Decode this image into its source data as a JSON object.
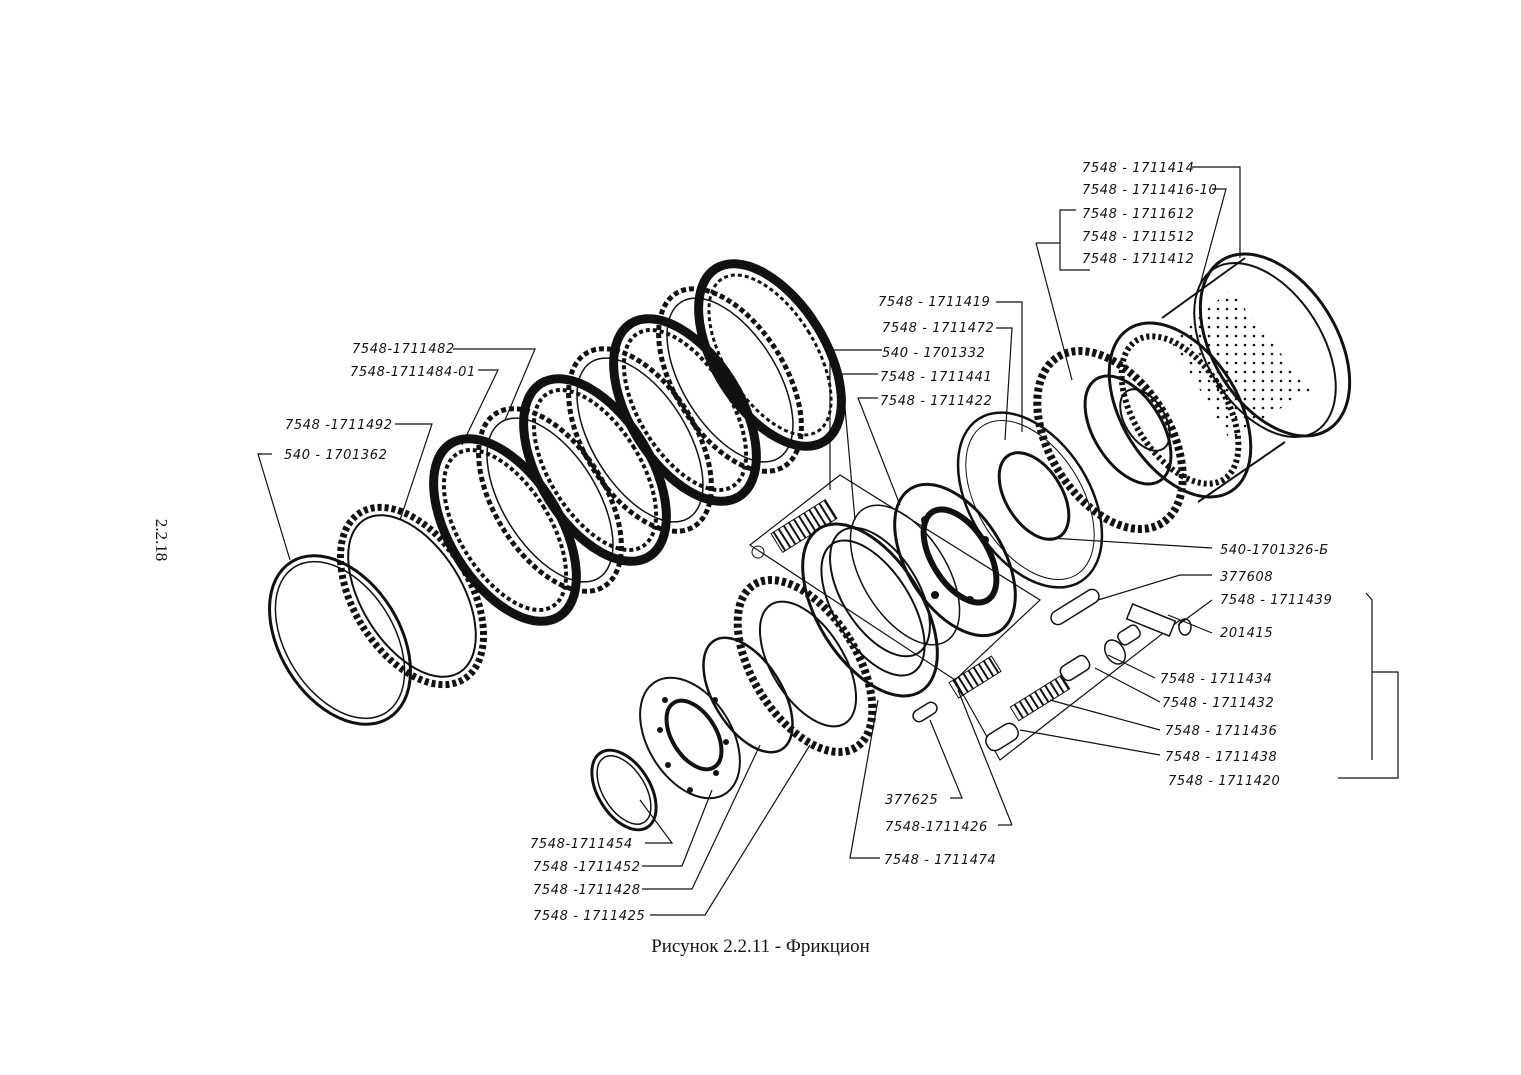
{
  "page_number": "2.2.18",
  "caption": "Рисунок 2.2.11 - Фрикцион",
  "labels": {
    "l1711414": "7548 - 1711414",
    "l1711416": "7548 - 1711416-10",
    "l1711612": "7548 - 1711612",
    "l1711512": "7548 - 1711512",
    "l1711412": "7548 - 1711412",
    "l1711419": "7548 - 1711419",
    "l1711472": "7548 - 1711472",
    "l1701332": "540 - 1701332",
    "l1711441": "7548 - 1711441",
    "l1711422": "7548 - 1711422",
    "l1711482": "7548-1711482",
    "l1711484": "7548-1711484-01",
    "l1711492": "7548 -1711492",
    "l1701362": "540 - 1701362",
    "l1701326": "540-1701326-Б",
    "l377608": "377608",
    "l1711439": "7548 - 1711439",
    "l201415": "201415",
    "l1711434": "7548 - 1711434",
    "l1711432": "7548 - 1711432",
    "l1711436": "7548 - 1711436",
    "l1711438": "7548 - 1711438",
    "l1711420": "7548 - 1711420",
    "l377625": "377625",
    "l1711426": "7548-1711426",
    "l1711474": "7548 - 1711474",
    "l1711454": "7548-1711454",
    "l1711452": "7548 -1711452",
    "l1711428": "7548 -1711428",
    "l1711425": "7548 - 1711425"
  }
}
